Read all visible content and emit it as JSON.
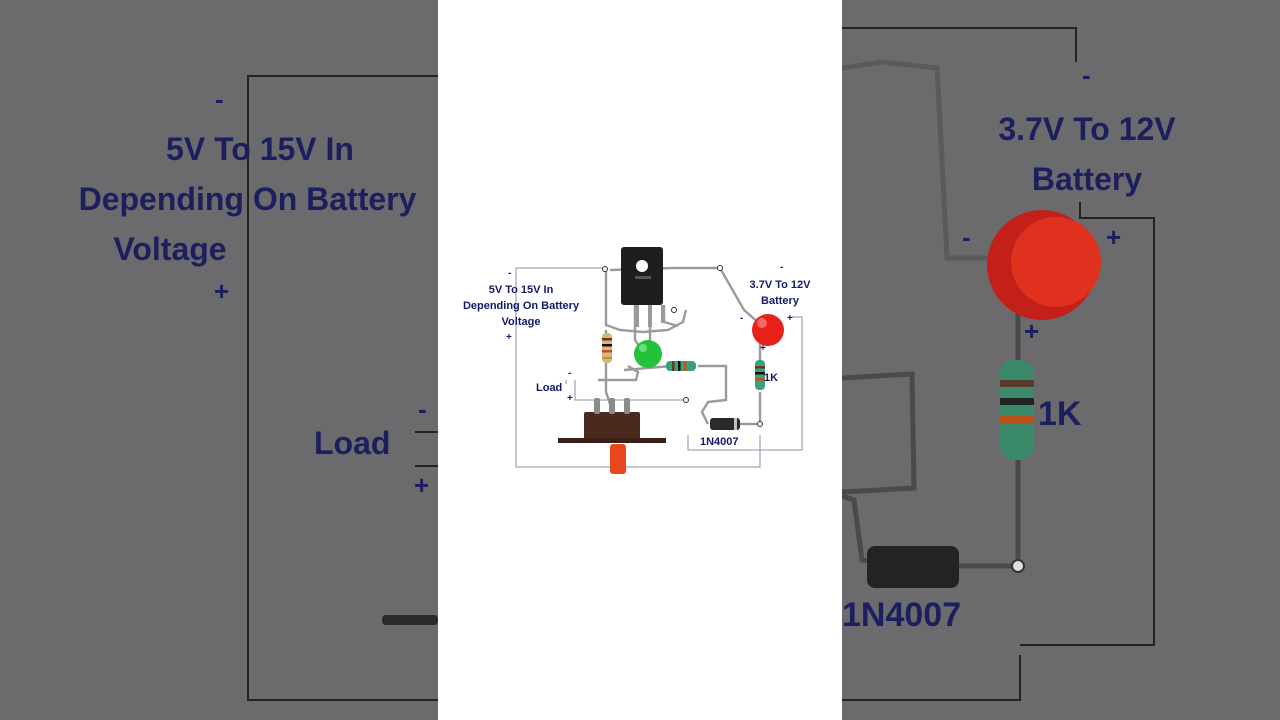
{
  "labels": {
    "output_l1": "5V To 15V In",
    "output_l2": "Depending On Battery",
    "output_l3": "Voltage",
    "battery_l1": "3.7V To 12V",
    "battery_l2": "Battery",
    "load": "Load",
    "resistor": "1K",
    "diode": "1N4007",
    "minus": "-",
    "plus": "+"
  },
  "colors": {
    "label_text": "#14196b",
    "led_green": "#22c23a",
    "led_red": "#e8201a",
    "switch_knob": "#e8481a",
    "wire": "#8a8a8a"
  }
}
